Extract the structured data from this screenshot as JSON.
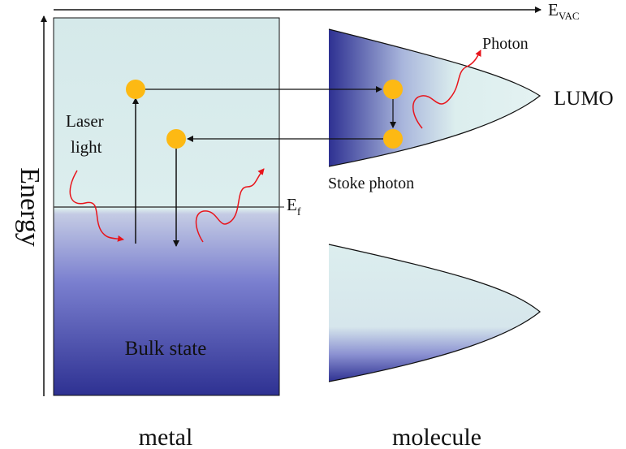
{
  "axis": {
    "energy_label": "Energy",
    "vac_main": "E",
    "vac_sub": "VAC"
  },
  "metal": {
    "fermi_main": "E",
    "fermi_sub": "f",
    "bulk_label": "Bulk state",
    "laser_line1": "Laser",
    "laser_line2": "light",
    "caption": "metal"
  },
  "molecule": {
    "lumo_label": "LUMO",
    "photon_label": "Photon",
    "stoke_label": "Stoke photon",
    "caption": "molecule"
  },
  "colors": {
    "electron": "#FDB913",
    "wave": "#E8141B",
    "band_dark": "#2E3192",
    "band_light": "#DCEEEE",
    "line": "#111111"
  }
}
